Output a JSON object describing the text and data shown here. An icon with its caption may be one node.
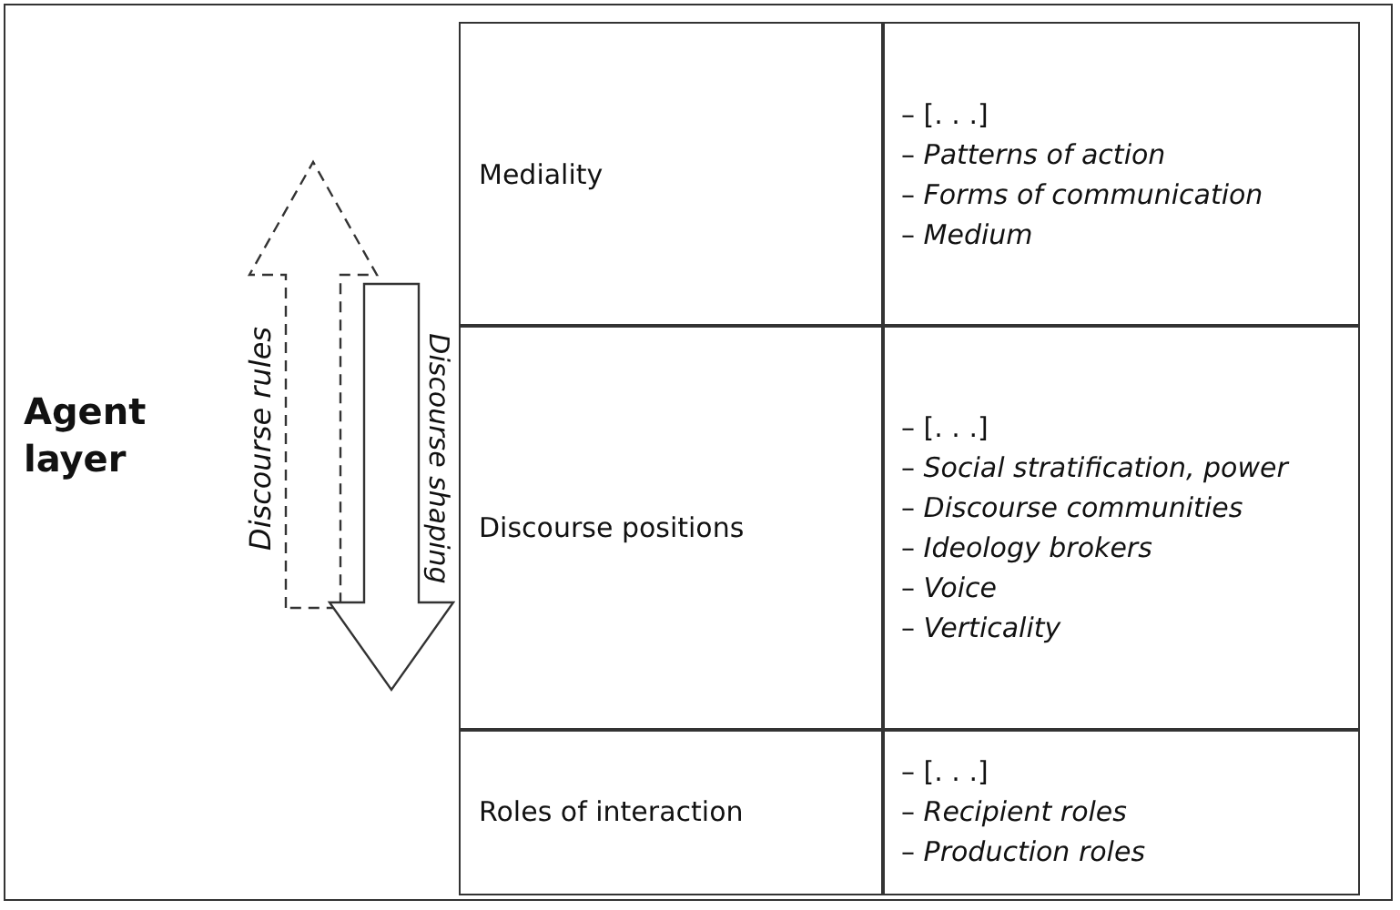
{
  "diagram": {
    "nodes": [
      {
        "text": [
          "Agent layer"
        ]
      },
      {
        "text": [
          "Mediality"
        ],
        "in": 0
      },
      {
        "text": [
          "– [. . .]",
          "– *Patterns of action*",
          "– *Forms of communication*",
          "– *Medium*"
        ],
        "in": 0
      },
      {
        "text": [
          "Discourse positions"
        ],
        "in": 0
      },
      {
        "text": [
          "– [. . .]",
          "– *Social stratification, power*",
          "– *Discourse communities*",
          "– *Ideology brokers*",
          "– *Voice*",
          "– *Verticality*"
        ],
        "in": 0
      },
      {
        "text": [
          "Roles of interaction"
        ],
        "in": 0
      },
      {
        "text": [
          "– [. . .]",
          "– *Recipient roles*",
          "– *Production roles*"
        ],
        "in": 0
      }
    ],
    "labels": [
      "Discourse rules",
      "Discourse shaping"
    ]
  }
}
